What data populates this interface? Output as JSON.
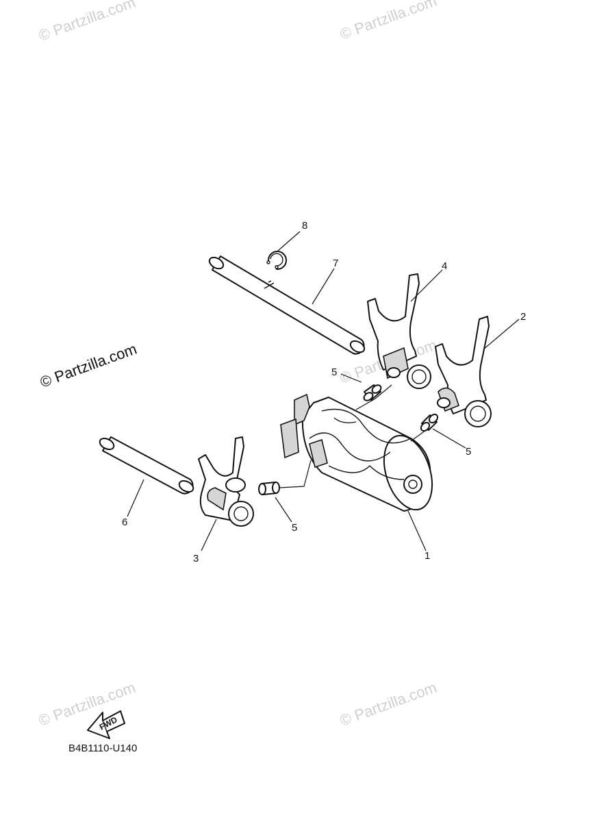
{
  "watermark": {
    "text": "© Partzilla.com",
    "small_text": "© Partzilla.com"
  },
  "callouts": {
    "c1": "1",
    "c2": "2",
    "c3": "3",
    "c4": "4",
    "c5a": "5",
    "c5b": "5",
    "c5c": "5",
    "c6": "6",
    "c7": "7",
    "c8": "8"
  },
  "fwd_label": "FWD",
  "diagram_code": "B4B1110-U140"
}
